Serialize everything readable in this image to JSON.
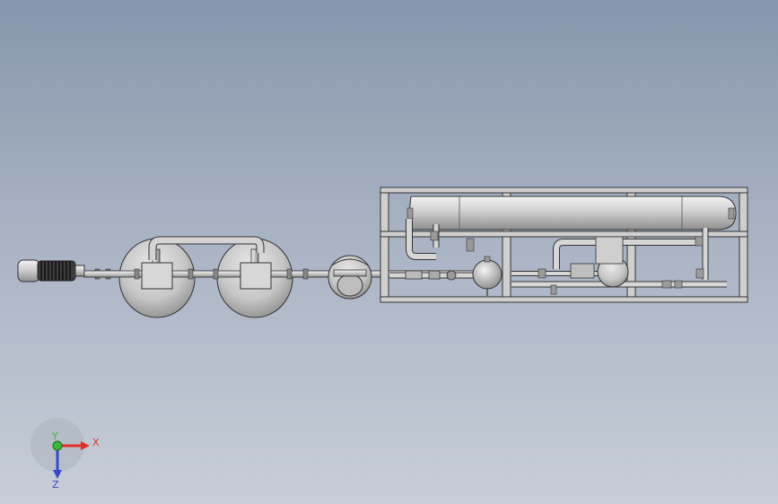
{
  "triad": {
    "x_label": "X",
    "y_label": "Y",
    "z_label": "Z",
    "x_color": "#e0302a",
    "y_color": "#39b83a",
    "z_color": "#3a48c8"
  },
  "colors": {
    "background_top": "#8796ad",
    "background_bottom": "#c8ced8",
    "metal": "#c9c9c9",
    "outline": "#333333"
  }
}
